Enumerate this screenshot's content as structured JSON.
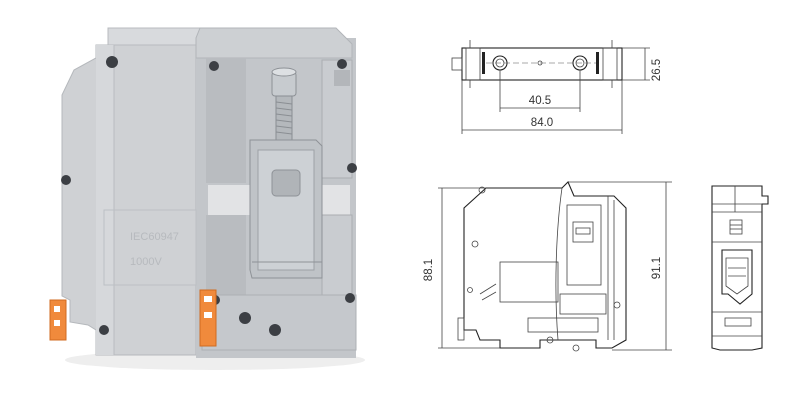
{
  "product": {
    "molded_text_1": "IEC60947",
    "molded_text_2": "1000V"
  },
  "top_view": {
    "dim_height": "26.5",
    "dim_hole_spacing": "40.5",
    "dim_length": "84.0"
  },
  "side_view": {
    "dim_left_height": "88.1",
    "dim_right_height": "91.1"
  },
  "colors": {
    "housing": "#c9cbce",
    "housing_shadow": "#aeb1b5",
    "metal": "#bfc3c7",
    "latch_orange": "#f08a3c",
    "line": "#333333"
  }
}
